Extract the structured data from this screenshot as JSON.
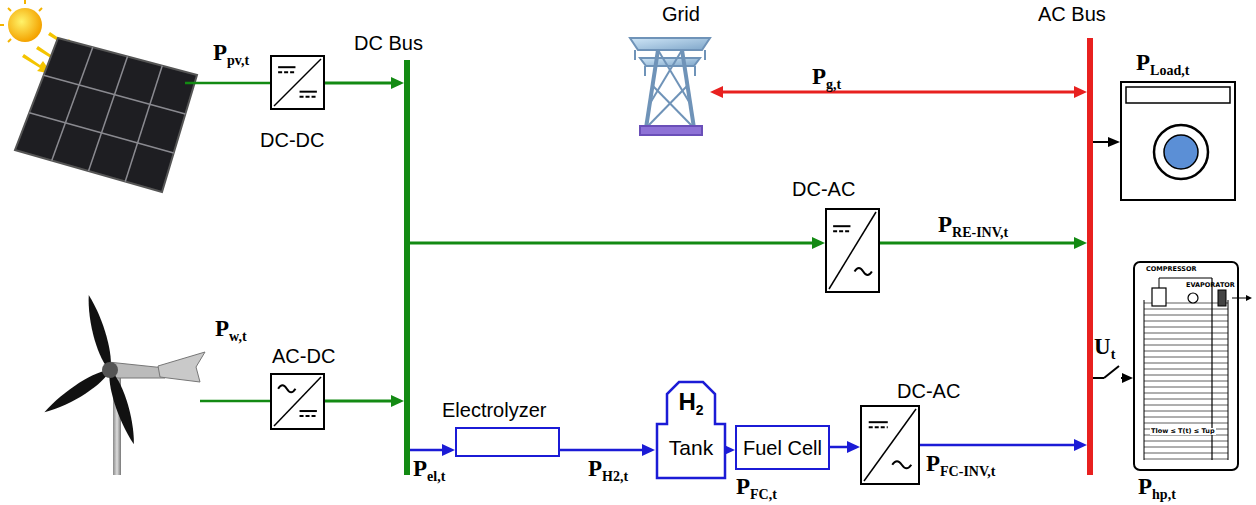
{
  "diagram": {
    "nodes": [
      {
        "text": [
          "DC-DC"
        ]
      },
      {
        "text": [
          "AC-DC"
        ]
      },
      {
        "text": [
          "DC Bus"
        ]
      },
      {
        "text": [
          "Grid"
        ]
      },
      {
        "text": [
          "AC Bus"
        ]
      },
      {
        "text": [
          "DC-AC"
        ]
      },
      {
        "text": [
          "Electrolyzer"
        ]
      },
      {
        "text": [
          "H2",
          "Tank"
        ]
      },
      {
        "text": [
          "Fuel Cell"
        ]
      },
      {
        "text": [
          "DC-AC"
        ]
      }
    ],
    "edges": [
      {
        "from": 0,
        "to": 2,
        "arrow": "to"
      },
      {
        "from": 1,
        "to": 2,
        "arrow": "to"
      },
      {
        "from": 3,
        "to": 4,
        "arrow": "both",
        "label": "Pg,t"
      },
      {
        "from": 2,
        "to": 5,
        "arrow": "to"
      },
      {
        "from": 5,
        "to": 4,
        "arrow": "to",
        "label": "PRE-INV,t"
      },
      {
        "from": 2,
        "to": 6,
        "arrow": "to",
        "label": "Pel,t"
      },
      {
        "from": 6,
        "to": 7,
        "arrow": "to",
        "label": "PH2,t"
      },
      {
        "from": 7,
        "to": 8,
        "arrow": "to",
        "label": "PFC,t"
      },
      {
        "from": 8,
        "to": 9,
        "arrow": "to"
      },
      {
        "from": 9,
        "to": 4,
        "arrow": "to",
        "label": "PFC-INV,t"
      }
    ],
    "labels": [
      "Ppv,t",
      "Pw,t",
      "PLoad,t",
      "Ut",
      "Php,t",
      "COMPRESSOR",
      "EVAPORATOR",
      "Tlow ≤ T(t) ≤ Tup"
    ]
  }
}
